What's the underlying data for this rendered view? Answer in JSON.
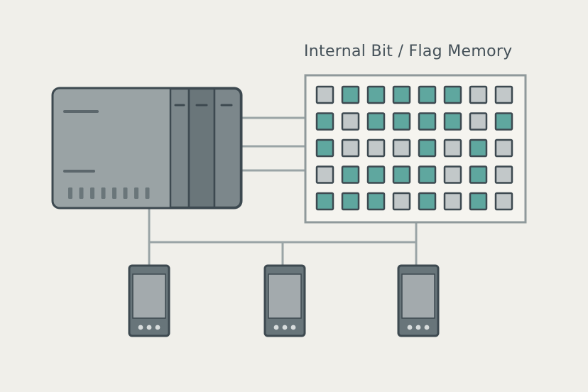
{
  "diagram": {
    "memory_title": "Internal Bit / Flag Memory",
    "grid": [
      [
        "off",
        "on",
        "on",
        "on",
        "on",
        "on",
        "off",
        "off"
      ],
      [
        "on",
        "off",
        "on",
        "on",
        "on",
        "on",
        "off",
        "on"
      ],
      [
        "on",
        "off",
        "off",
        "off",
        "on",
        "off",
        "on",
        "off"
      ],
      [
        "off",
        "on",
        "on",
        "on",
        "on",
        "off",
        "on",
        "off"
      ],
      [
        "on",
        "on",
        "on",
        "off",
        "on",
        "off",
        "on",
        "off"
      ]
    ],
    "colors": {
      "background": "#f0efea",
      "outline": "#3d4950",
      "wire": "#9aa4a6",
      "plc_body": "#9aa3a5",
      "plc_module_dark": "#6a767a",
      "bit_on": "#5fa79f",
      "bit_off": "#c2c8c9",
      "device_screen": "#a3aaad"
    },
    "devices": [
      "io-device-1",
      "io-device-2",
      "io-device-3"
    ]
  }
}
